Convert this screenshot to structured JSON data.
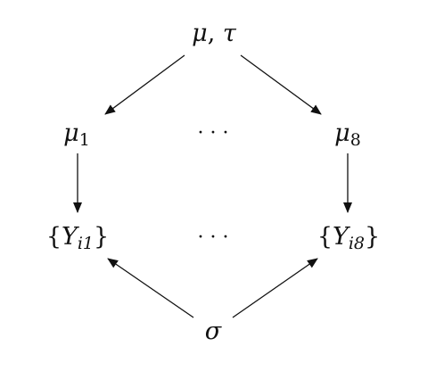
{
  "nodes": {
    "top": {
      "sym": "μ",
      "sep": ", ",
      "sym2": "τ"
    },
    "mid_left": {
      "sym": "μ",
      "sub": "1"
    },
    "mid_dots": "· · ·",
    "mid_right": {
      "sym": "μ",
      "sub": "8"
    },
    "bot_left": {
      "open": "{",
      "sym": "Y",
      "sub": "i1",
      "close": "}"
    },
    "bot_dots": "· · ·",
    "bot_right": {
      "open": "{",
      "sym": "Y",
      "sub": "i8",
      "close": "}"
    },
    "bottom": {
      "sym": "σ"
    }
  },
  "edges": [
    {
      "from": "top",
      "to": "mid_left"
    },
    {
      "from": "top",
      "to": "mid_right"
    },
    {
      "from": "mid_left",
      "to": "bot_left"
    },
    {
      "from": "mid_right",
      "to": "bot_right"
    },
    {
      "from": "bottom",
      "to": "bot_left"
    },
    {
      "from": "bottom",
      "to": "bot_right"
    }
  ]
}
